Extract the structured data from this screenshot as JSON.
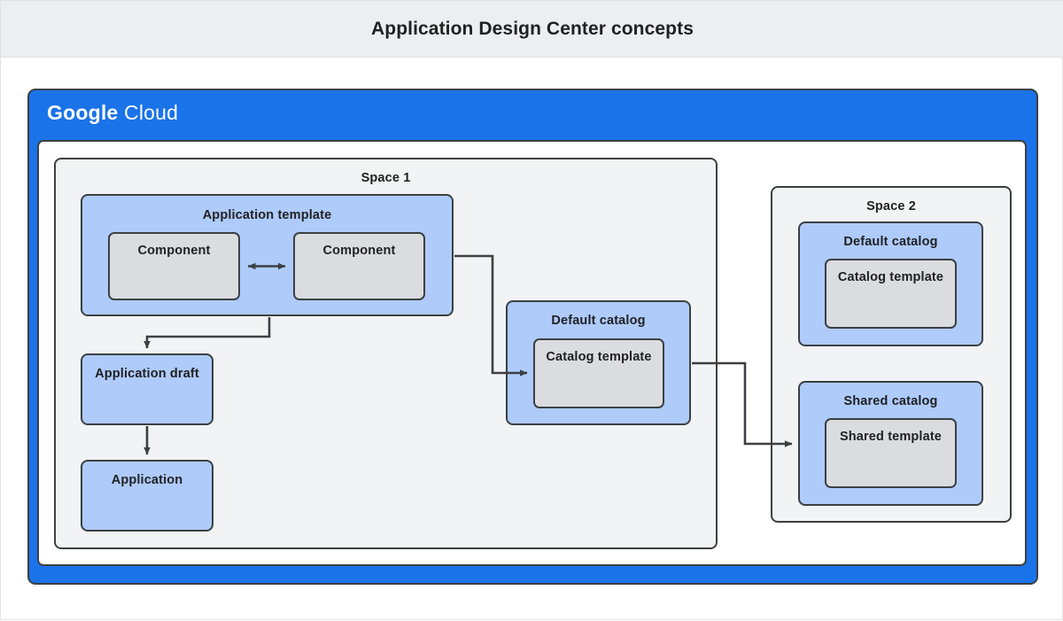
{
  "header": {
    "title": "Application Design Center concepts"
  },
  "cloud": {
    "brand_primary": "Google",
    "brand_secondary": "Cloud",
    "brand_color": "#1a73e8"
  },
  "colors": {
    "page_background": "#ffffff",
    "header_background": "#eceff1",
    "space_background": "#f1f3f4",
    "blue_fill": "#aecbfa",
    "grey_fill": "#dadce0",
    "stroke": "#3c4043",
    "text": "#202124"
  },
  "spaces": [
    {
      "id": "space-1",
      "title": "Space 1",
      "boxes": [
        {
          "id": "application-template",
          "label": "Application template",
          "fill": "blue",
          "children": [
            {
              "id": "component-left",
              "label": "Component",
              "fill": "grey"
            },
            {
              "id": "component-right",
              "label": "Component",
              "fill": "grey"
            }
          ]
        },
        {
          "id": "application-draft",
          "label": "Application draft",
          "fill": "blue"
        },
        {
          "id": "application",
          "label": "Application",
          "fill": "blue"
        },
        {
          "id": "default-catalog-space1",
          "label": "Default catalog",
          "fill": "blue",
          "children": [
            {
              "id": "catalog-template-space1",
              "label": "Catalog template",
              "fill": "grey"
            }
          ]
        }
      ]
    },
    {
      "id": "space-2",
      "title": "Space 2",
      "boxes": [
        {
          "id": "default-catalog-space2",
          "label": "Default catalog",
          "fill": "blue",
          "children": [
            {
              "id": "catalog-template-space2",
              "label": "Catalog template",
              "fill": "grey"
            }
          ]
        },
        {
          "id": "shared-catalog-space2",
          "label": "Shared catalog",
          "fill": "blue",
          "children": [
            {
              "id": "shared-template-space2",
              "label": "Shared template",
              "fill": "grey"
            }
          ]
        }
      ]
    }
  ],
  "connectors": [
    {
      "id": "component-to-component",
      "from": "component-left",
      "to": "component-right",
      "arrow": "double"
    },
    {
      "id": "template-to-draft",
      "from": "application-template",
      "to": "application-draft",
      "arrow": "single"
    },
    {
      "id": "draft-to-application",
      "from": "application-draft",
      "to": "application",
      "arrow": "single"
    },
    {
      "id": "template-to-catalog-template",
      "from": "application-template",
      "to": "catalog-template-space1",
      "arrow": "single"
    },
    {
      "id": "default-catalog-to-shared-catalog",
      "from": "default-catalog-space1",
      "to": "shared-catalog-space2",
      "arrow": "single"
    }
  ]
}
